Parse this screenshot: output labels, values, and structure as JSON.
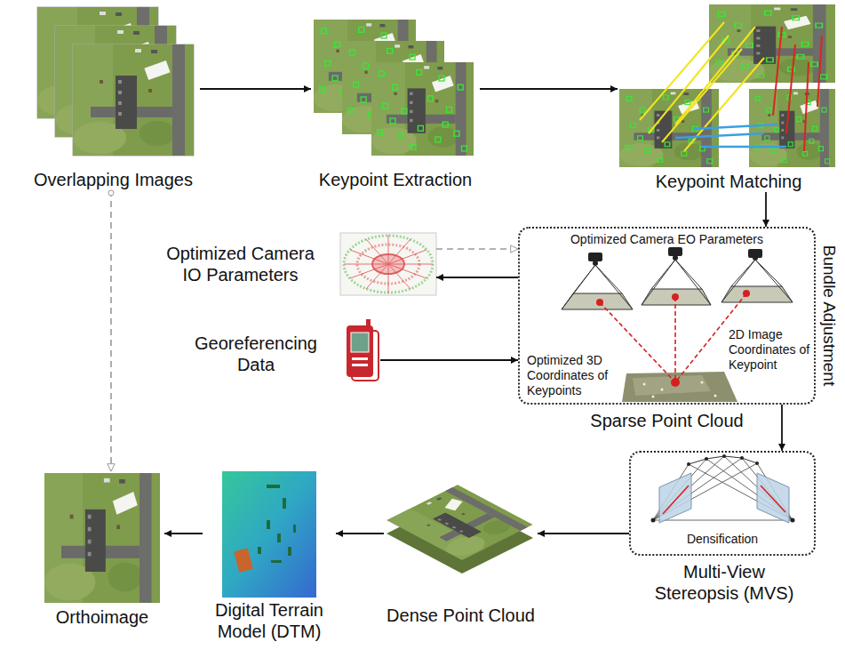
{
  "diagram": {
    "nodes": [
      {
        "text": [
          "Overlapping Images"
        ]
      },
      {
        "text": [
          "Keypoint Extraction"
        ]
      },
      {
        "text": [
          "Keypoint Matching"
        ]
      },
      {
        "text": [
          "Optimized Camera EO Parameters",
          "2D Image Coordinates of Keypoint",
          "Optimized 3D Coordinates of Keypoints",
          "Bundle Adjustment",
          "Sparse Point Cloud"
        ]
      },
      {
        "text": [
          "Optimized Camera IO Parameters"
        ]
      },
      {
        "text": [
          "Georeferencing Data"
        ]
      },
      {
        "text": [
          "Densification",
          "Multi-View Stereopsis (MVS)"
        ]
      },
      {
        "text": [
          "Dense Point Cloud"
        ]
      },
      {
        "text": [
          "Digital Terrain Model (DTM)"
        ]
      },
      {
        "text": [
          "Orthoimage"
        ]
      }
    ],
    "edges": [
      {
        "from": 0,
        "to": 1,
        "arrow": "to"
      },
      {
        "from": 1,
        "to": 2,
        "arrow": "to"
      },
      {
        "from": 2,
        "to": 3,
        "arrow": "to"
      },
      {
        "from": 3,
        "to": 4,
        "arrow": "to"
      },
      {
        "from": 4,
        "to": 3,
        "arrow": "to"
      },
      {
        "from": 5,
        "to": 3,
        "arrow": "to"
      },
      {
        "from": 3,
        "to": 6,
        "arrow": "to"
      },
      {
        "from": 6,
        "to": 7,
        "arrow": "to"
      },
      {
        "from": 7,
        "to": 8,
        "arrow": "to"
      },
      {
        "from": 8,
        "to": 9,
        "arrow": "to"
      },
      {
        "from": 0,
        "to": 9,
        "arrow": "to"
      }
    ]
  }
}
